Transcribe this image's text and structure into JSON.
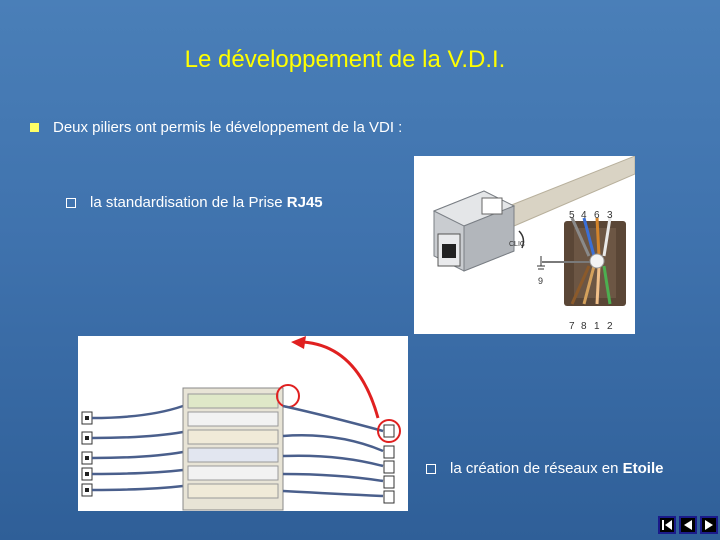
{
  "slide": {
    "title": "Le développement de la V.D.I.",
    "main_bullet": "Deux piliers ont permis le développement de la VDI :",
    "sub_bullet_1": {
      "text": "la standardisation de la Prise ",
      "bold": "RJ45"
    },
    "sub_bullet_2": {
      "text": "la création de réseaux en ",
      "bold": "Etoile"
    }
  },
  "rj45_image": {
    "top_pins": [
      "5",
      "4",
      "6",
      "3"
    ],
    "bottom_pins": [
      "7",
      "8",
      "1",
      "2"
    ],
    "ground_label": "9",
    "clic_label": "CLIC"
  },
  "nav": {
    "buttons": [
      "first-icon",
      "prev-icon",
      "next-icon"
    ]
  },
  "colors": {
    "title": "#ffff00",
    "background": "#3f72ad",
    "bullet": "#ffff66"
  }
}
